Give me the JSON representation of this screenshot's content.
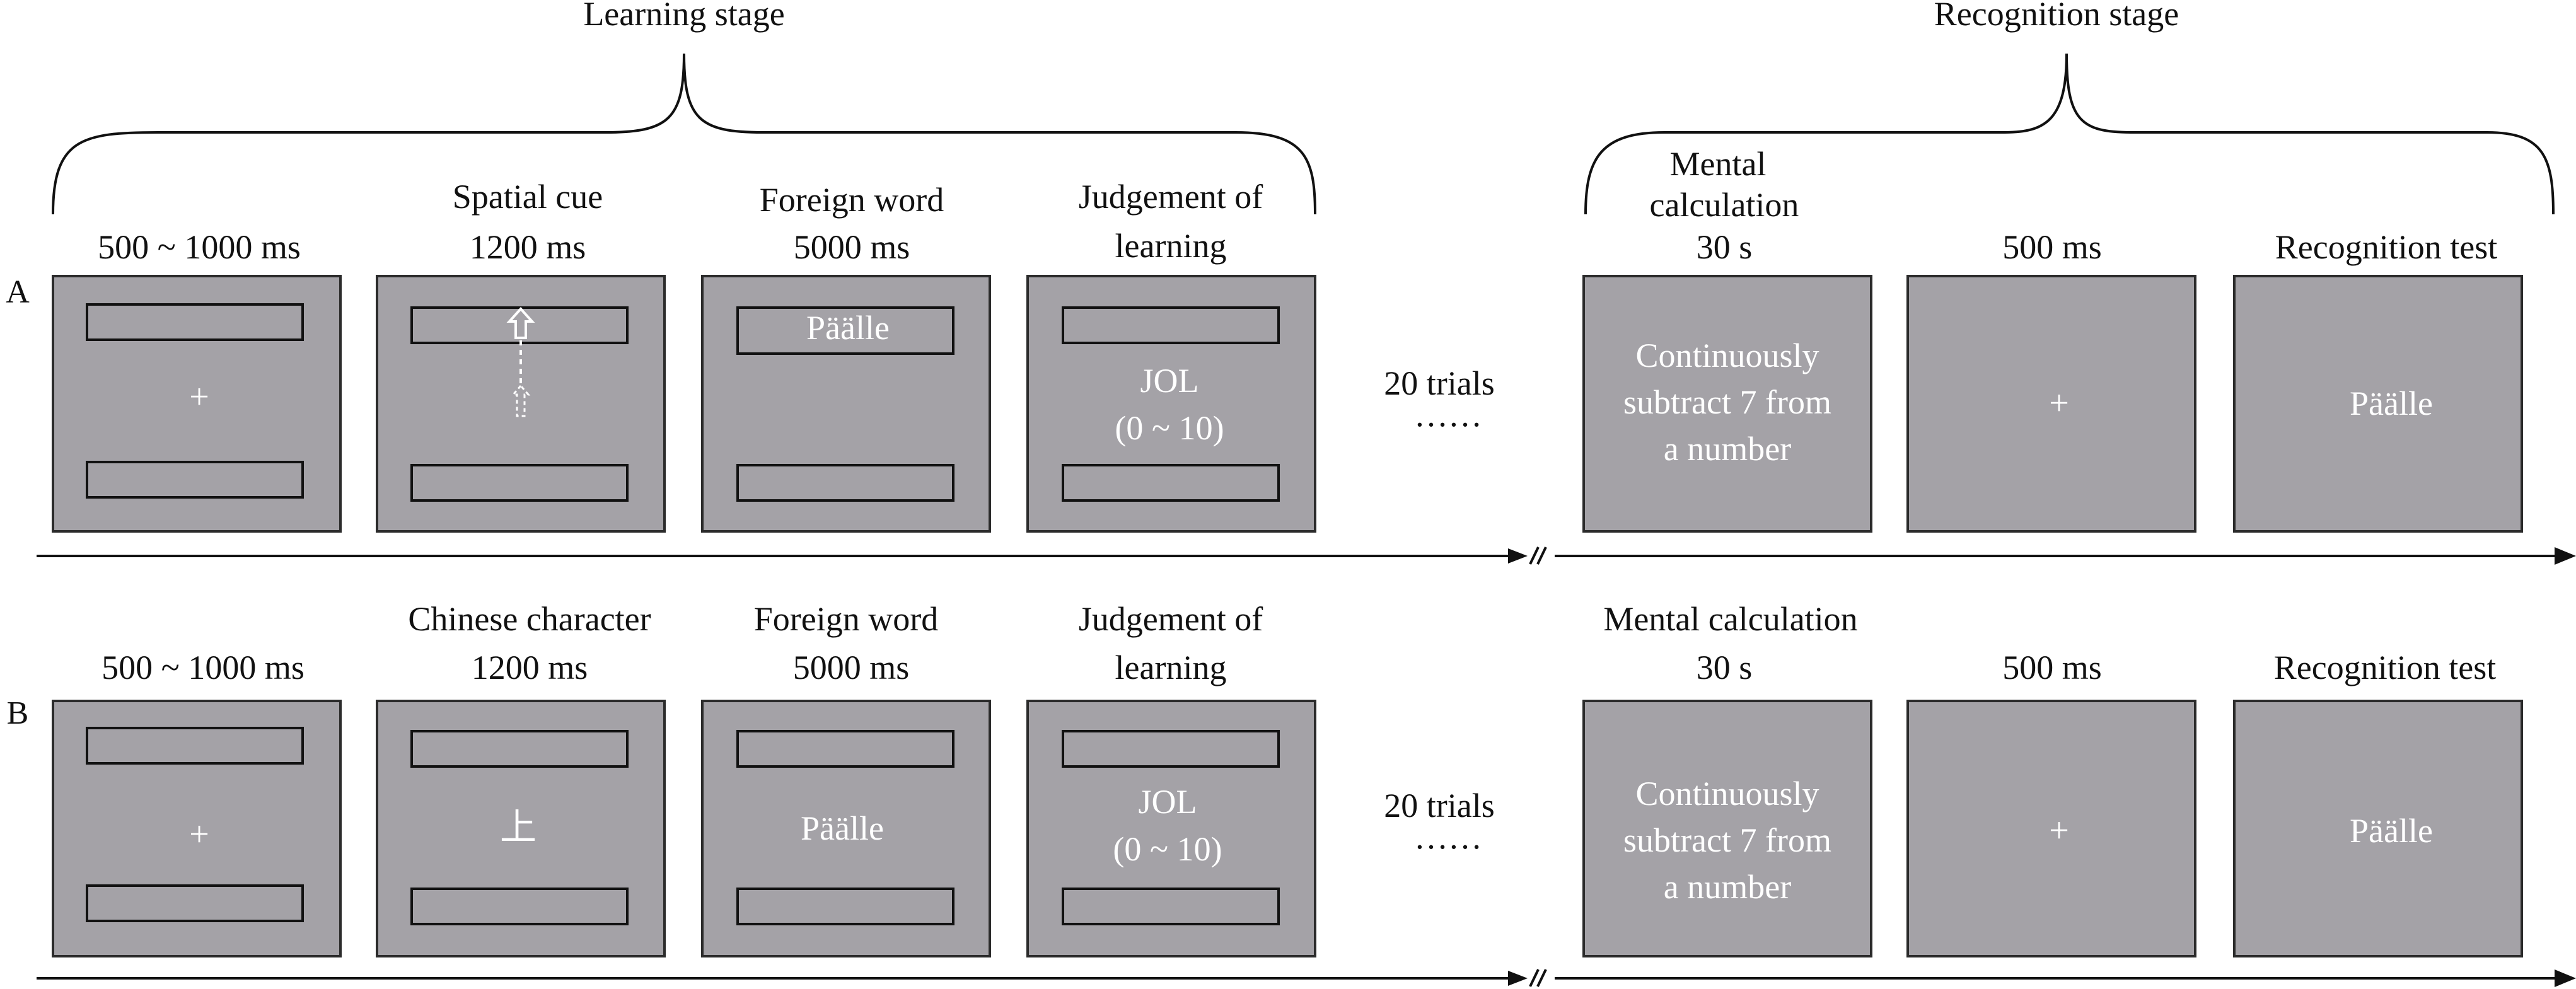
{
  "stages": {
    "learning": "Learning stage",
    "recognition": "Recognition stage"
  },
  "rows": {
    "A": {
      "label": "A",
      "learning": [
        {
          "title": [
            "",
            "500 ~ 1000 ms"
          ],
          "content": [
            "+"
          ]
        },
        {
          "title": [
            "Spatial cue",
            "1200 ms"
          ],
          "content": []
        },
        {
          "title": [
            "Foreign word",
            "5000 ms"
          ],
          "content": [
            "Päälle"
          ]
        },
        {
          "title": [
            "Judgement of",
            "learning"
          ],
          "content": [
            "JOL",
            "(0 ~ 10)"
          ]
        }
      ],
      "trials": "20 trials",
      "ellipsis": "……",
      "recognition": [
        {
          "title": [
            "Mental",
            "calculation",
            "30 s"
          ],
          "content": [
            "Continuously",
            "subtract 7 from",
            "a number"
          ]
        },
        {
          "title": [
            "500 ms"
          ],
          "content": [
            "+"
          ]
        },
        {
          "title": [
            "Recognition test"
          ],
          "content": [
            "Päälle"
          ]
        }
      ]
    },
    "B": {
      "label": "B",
      "learning": [
        {
          "title": [
            "",
            "500 ~ 1000 ms"
          ],
          "content": [
            "+"
          ]
        },
        {
          "title": [
            "Chinese character",
            "1200 ms"
          ],
          "content": [
            "上"
          ]
        },
        {
          "title": [
            "Foreign word",
            "5000 ms"
          ],
          "content": [
            "Päälle"
          ]
        },
        {
          "title": [
            "Judgement of",
            "learning"
          ],
          "content": [
            "JOL",
            "(0 ~ 10)"
          ]
        }
      ],
      "trials": "20 trials",
      "ellipsis": "……",
      "recognition": [
        {
          "title": [
            "Mental calculation",
            "30 s"
          ],
          "content": [
            "Continuously",
            "subtract 7 from",
            "a number"
          ]
        },
        {
          "title": [
            "500 ms"
          ],
          "content": [
            "+"
          ]
        },
        {
          "title": [
            "Recognition test"
          ],
          "content": [
            "Päälle"
          ]
        }
      ]
    }
  },
  "colors": {
    "panel": "#a4a2a7",
    "panel_text": "#ffffff",
    "line": "#111111"
  }
}
